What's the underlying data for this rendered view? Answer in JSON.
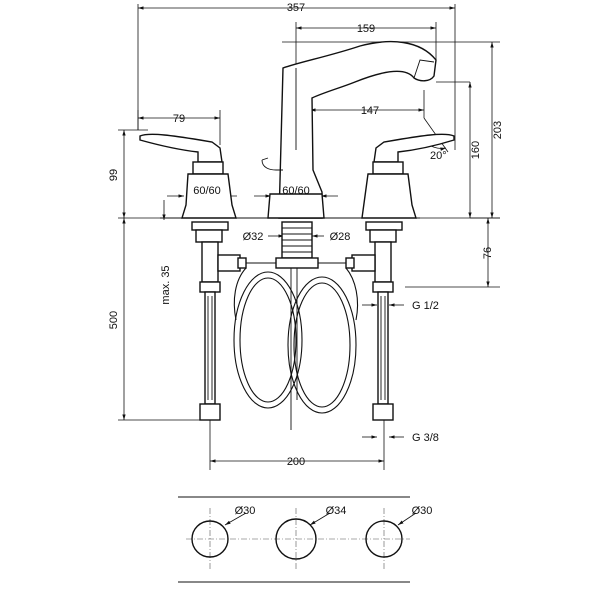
{
  "dimensions": {
    "total_width": "357",
    "spout_reach_outer": "159",
    "spout_reach_inner": "147",
    "handle_offset": "79",
    "total_height": "203",
    "spout_height": "160",
    "handle_height": "99",
    "angle": "20°",
    "handle_adjust_left": "60/60",
    "handle_adjust_center": "60/60",
    "diam_32": "Ø32",
    "diam_28": "Ø28",
    "below_deck": "76",
    "max_35": "max. 35",
    "hose_length": "500",
    "thread_g12": "G 1/2",
    "thread_g38": "G 3/8",
    "center_spacing": "200",
    "hole_left": "Ø30",
    "hole_center": "Ø34",
    "hole_right": "Ø30"
  }
}
